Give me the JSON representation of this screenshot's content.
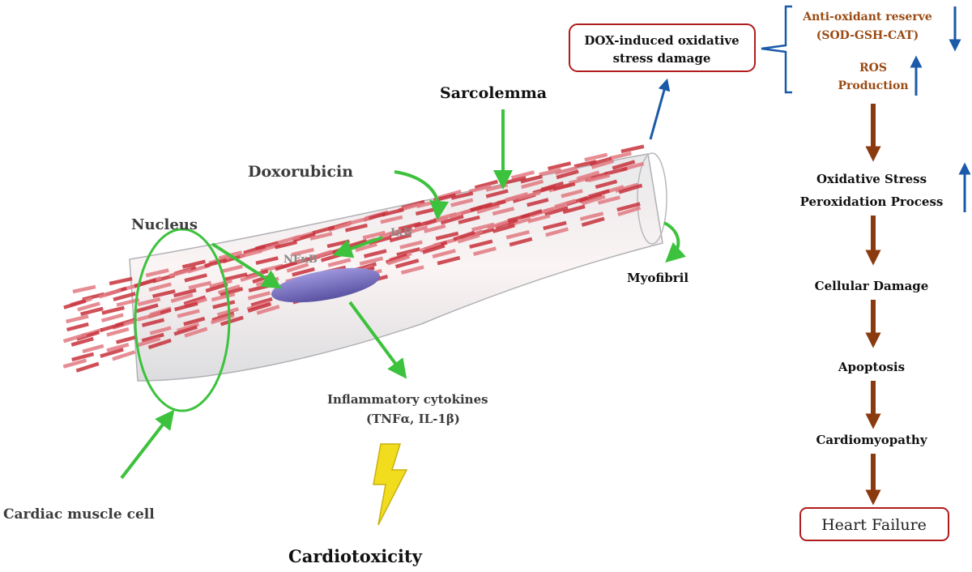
{
  "cell_labels": {
    "sarcolemma": "Sarcolemma",
    "doxorubicin": "Doxorubicin",
    "nucleus": "Nucleus",
    "ikb": "IκB",
    "nfkb": "NFκB",
    "myofibril": "Myofibril",
    "cytokines_line1": "Inflammatory cytokines",
    "cytokines_line2": "(TNFα, IL-1β)",
    "cardiac_cell": "Cardiac muscle cell",
    "cardiotoxicity": "Cardiotoxicity"
  },
  "pathway": {
    "dox_box_line1": "DOX-induced oxidative",
    "dox_box_line2": "stress damage",
    "antioxidant_line1": "Anti-oxidant reserve",
    "antioxidant_line2": "(SOD-GSH-CAT)",
    "ros_line1": "ROS",
    "ros_line2": "Production",
    "oxidative_line1": "Oxidative Stress",
    "oxidative_line2": "Peroxidation Process",
    "cellular_damage": "Cellular Damage",
    "apoptosis": "Apoptosis",
    "cardiomyopathy": "Cardiomyopathy",
    "heart_failure": "Heart Failure"
  },
  "colors": {
    "green_arrow": "#3cc23c",
    "blue_arrow": "#1a5aa8",
    "brown_arrow": "#8b3a10",
    "box_border": "#b01c1c",
    "brown_text": "#9a4a12",
    "myofibril_red": "#c8323c",
    "nucleus_purple": "#6e66b8",
    "lightning": "#f2dc1e"
  }
}
